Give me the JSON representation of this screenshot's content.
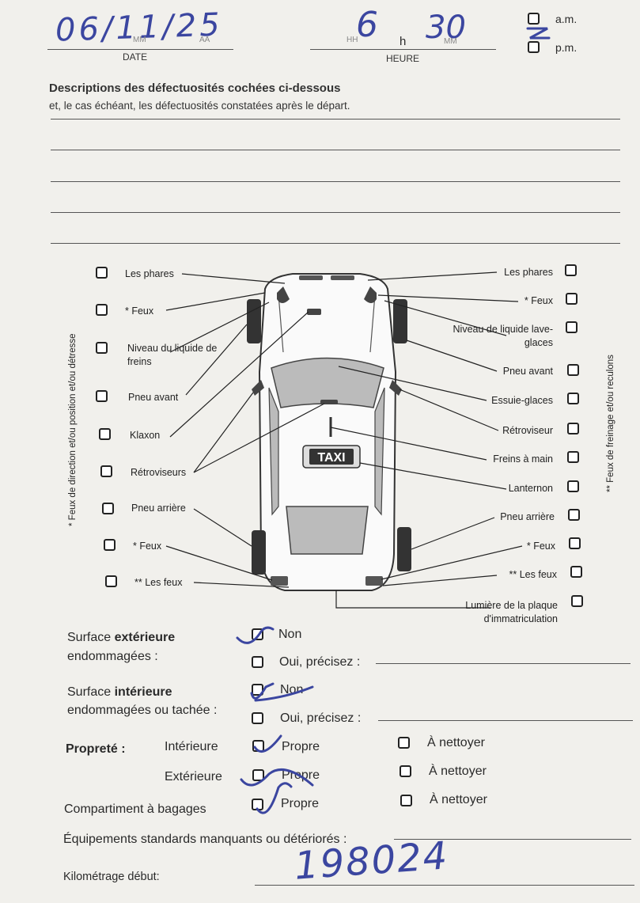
{
  "header": {
    "date_label": "DATE",
    "date_mm_placeholder": "MM",
    "date_aa_placeholder": "AA",
    "date_handwritten": "06/11/25",
    "time_label": "HEURE",
    "time_hh_placeholder": "HH",
    "time_mm_placeholder": "MM",
    "time_h": "h",
    "time_hour_handwritten": "6",
    "time_minute_handwritten": "30",
    "am_label": "a.m.",
    "pm_label": "p.m."
  },
  "descriptions": {
    "title": "Descriptions des défectuosités cochées ci-dessous",
    "subtitle": "et, le cas échéant, les défectuosités constatées après le départ."
  },
  "diagram": {
    "left_vertical": "* Feux de direction et/ou position et/ou détresse",
    "right_vertical": "** Feux de freinage et/ou reculons",
    "taxi_sign": "TAXI",
    "left_items": [
      "Les phares",
      "* Feux",
      "Niveau du liquide de freins",
      "Pneu avant",
      "Klaxon",
      "Rétroviseurs",
      "Pneu arrière",
      "* Feux",
      "** Les feux"
    ],
    "right_items": [
      "Les phares",
      "* Feux",
      "Niveau de liquide lave-glaces",
      "Pneu avant",
      "Essuie-glaces",
      "Rétroviseur",
      "Freins à main",
      "Lanternon",
      "Pneu arrière",
      "* Feux",
      "** Les feux",
      "Lumière de la plaque d'immatriculation"
    ]
  },
  "surfaces": {
    "ext_pre": "Surface ",
    "ext_bold": "extérieure",
    "ext_line2": "endommagées :",
    "int_pre": "Surface ",
    "int_bold": "intérieure",
    "int_line2": "endommagées ou tachée :",
    "non": "Non",
    "oui": "Oui, précisez :"
  },
  "proprete": {
    "label": "Propreté :",
    "interieure": "Intérieure",
    "exterieure": "Extérieure",
    "compartiment": "Compartiment à bagages",
    "propre": "Propre",
    "a_nettoyer": "À nettoyer"
  },
  "equipements": "Équipements standards manquants ou détériorés :",
  "kilometrage": {
    "label": "Kilométrage début:",
    "handwritten": "198024"
  }
}
